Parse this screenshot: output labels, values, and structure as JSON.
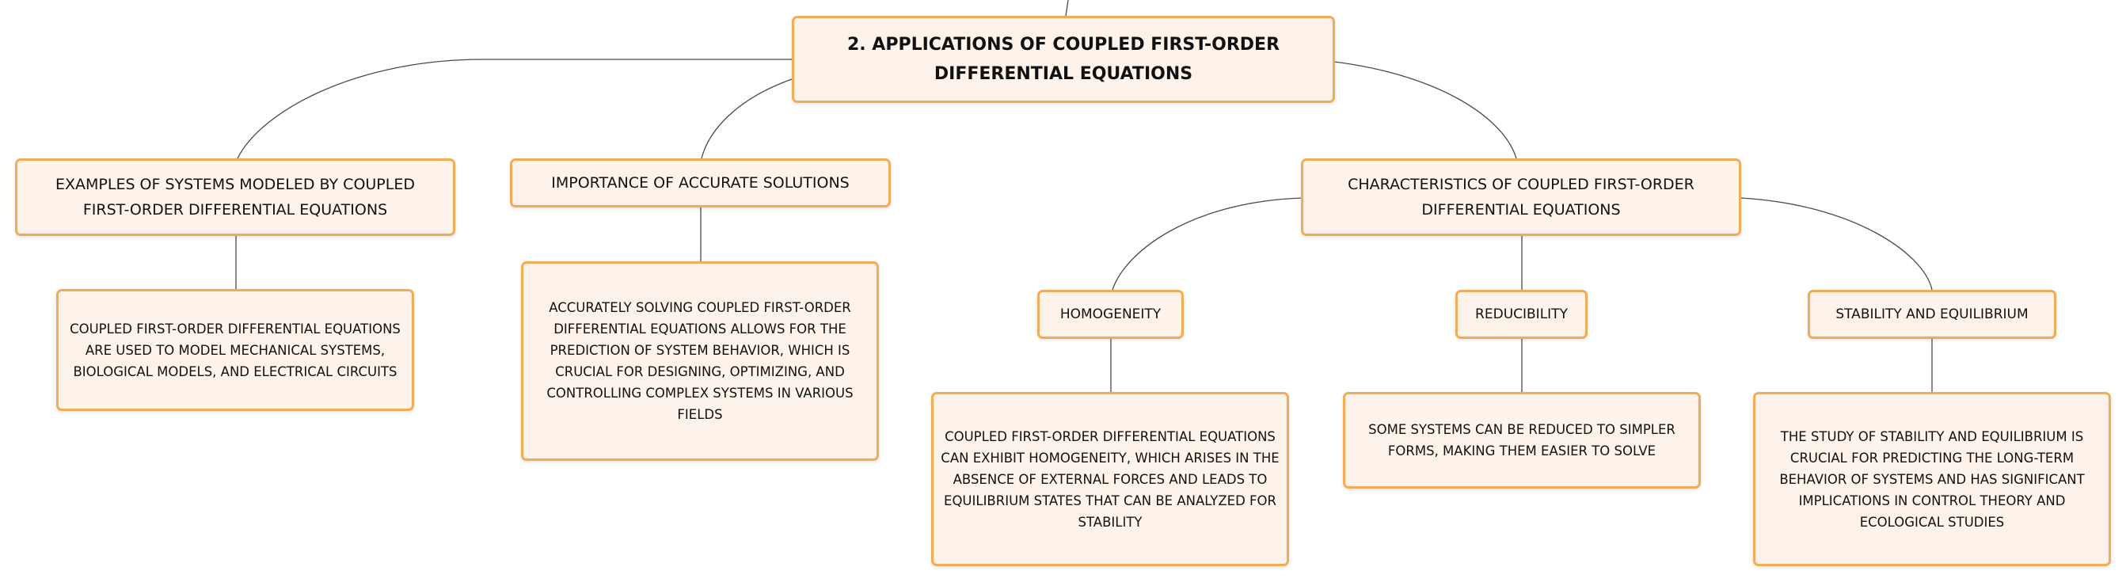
{
  "mindmap": {
    "root": {
      "label": "2. APPLICATIONS OF COUPLED FIRST-ORDER DIFFERENTIAL EQUATIONS"
    },
    "examples": {
      "label": "EXAMPLES OF SYSTEMS MODELED BY COUPLED FIRST-ORDER DIFFERENTIAL EQUATIONS",
      "detail": "COUPLED FIRST-ORDER DIFFERENTIAL EQUATIONS ARE USED TO MODEL MECHANICAL SYSTEMS, BIOLOGICAL MODELS, AND ELECTRICAL CIRCUITS"
    },
    "importance": {
      "label": "IMPORTANCE OF ACCURATE SOLUTIONS",
      "detail": "ACCURATELY SOLVING COUPLED FIRST-ORDER DIFFERENTIAL EQUATIONS ALLOWS FOR THE PREDICTION OF SYSTEM BEHAVIOR, WHICH IS CRUCIAL FOR DESIGNING, OPTIMIZING, AND CONTROLLING COMPLEX SYSTEMS IN VARIOUS FIELDS"
    },
    "characteristics": {
      "label": "CHARACTERISTICS OF COUPLED FIRST-ORDER DIFFERENTIAL EQUATIONS",
      "homogeneity": {
        "label": "HOMOGENEITY",
        "detail": "COUPLED FIRST-ORDER DIFFERENTIAL EQUATIONS CAN EXHIBIT HOMOGENEITY, WHICH ARISES IN THE ABSENCE OF EXTERNAL FORCES AND LEADS TO EQUILIBRIUM STATES THAT CAN BE ANALYZED FOR STABILITY"
      },
      "reducibility": {
        "label": "REDUCIBILITY",
        "detail": "SOME SYSTEMS CAN BE REDUCED TO SIMPLER FORMS, MAKING THEM EASIER TO SOLVE"
      },
      "stability": {
        "label": "STABILITY AND EQUILIBRIUM",
        "detail": "THE STUDY OF STABILITY AND EQUILIBRIUM IS CRUCIAL FOR PREDICTING THE LONG-TERM BEHAVIOR OF SYSTEMS AND HAS SIGNIFICANT IMPLICATIONS IN CONTROL THEORY AND ECOLOGICAL STUDIES"
      }
    }
  },
  "colors": {
    "node_fill": "#fdf3ea",
    "node_border": "#f2ac55",
    "connector": "#4a4a4a",
    "text": "#111111"
  }
}
